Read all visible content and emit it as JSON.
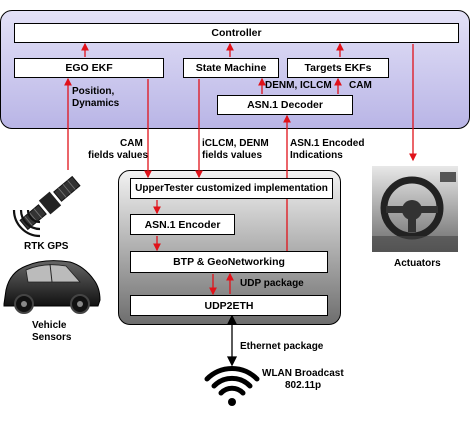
{
  "top_boxes": {
    "controller": "Controller",
    "ego_ekf": "EGO EKF",
    "state_machine": "State Machine",
    "targets_ekfs": "Targets EKFs",
    "asn1_decoder": "ASN.1 Decoder"
  },
  "bottom_boxes": {
    "uppertester": "UpperTester customized implementation",
    "asn1_encoder": "ASN.1 Encoder",
    "btp_geonet": "BTP & GeoNetworking",
    "udp2eth": "UDP2ETH"
  },
  "labels": {
    "position_line1": "Position,",
    "position_line2": "Dynamics",
    "denm_iclcm": "DENM, ICLCM",
    "cam": "CAM",
    "cam_fields_line1": "CAM",
    "cam_fields_line2": "fields values",
    "iclcm_line1": "iCLCM, DENM",
    "iclcm_line2": "fields values",
    "asn1_enc_line1": "ASN.1 Encoded",
    "asn1_enc_line2": "Indications",
    "udp_package": "UDP package",
    "ethernet_package": "Ethernet package",
    "wlan_line1": "WLAN Broadcast",
    "wlan_line2": "802.11p",
    "rtk_gps": "RTK GPS",
    "vehicle_line1": "Vehicle",
    "vehicle_line2": "Sensors",
    "actuators": "Actuators"
  },
  "colors": {
    "top_panel": "#cfcdee",
    "arrow": "#e0121a",
    "bottom_panel_light": "#ededed",
    "bottom_panel_dark": "#707070"
  },
  "icons": [
    "satellite-icon",
    "car-icon",
    "steering-wheel-icon",
    "wifi-icon"
  ]
}
